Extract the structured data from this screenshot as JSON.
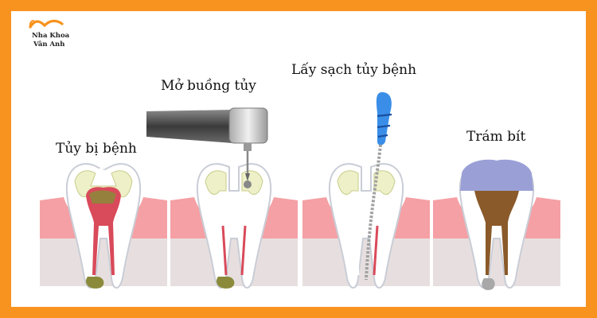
{
  "brand": {
    "line1": "Nha Khoa",
    "line2": "Vân Anh"
  },
  "steps": [
    {
      "label": "Tủy bị bệnh"
    },
    {
      "label": "Mở buồng tủy"
    },
    {
      "label": "Lấy sạch tủy bệnh"
    },
    {
      "label": "Trám bít"
    }
  ],
  "colors": {
    "frame": "#f7931e",
    "gum": "#f4a0a5",
    "gum_line": "#e36c76",
    "tooth": "#ffffff",
    "tooth_edge": "#c9cdd6",
    "pulp_infected": "#d94a5a",
    "decay": "#8a8a3a",
    "filling": "#8a5a2a",
    "crown": "#9aa0d6",
    "file_handle": "#3a8ee8",
    "drill": "#555555"
  }
}
